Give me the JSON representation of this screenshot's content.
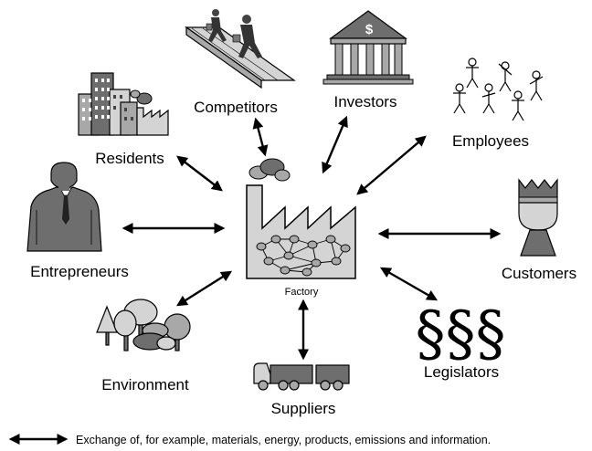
{
  "center": {
    "label": "Factory"
  },
  "stakeholders": {
    "competitors": "Competitors",
    "investors": "Investors",
    "residents": "Residents",
    "employees": "Employees",
    "entrepreneurs": "Entrepreneurs",
    "customers": "Customers",
    "environment": "Environment",
    "legislators": "Legislators",
    "suppliers": "Suppliers"
  },
  "investors_icon": {
    "symbol": "$"
  },
  "legislators_icon": {
    "symbol": "§§§"
  },
  "legend": {
    "text": "Exchange of, for example, materials, energy, products, emissions and information."
  },
  "colors": {
    "light_gray": "#d4d4d4",
    "mid_gray": "#a8a8a8",
    "dark_gray": "#6e6e6e",
    "outline": "#000000"
  }
}
